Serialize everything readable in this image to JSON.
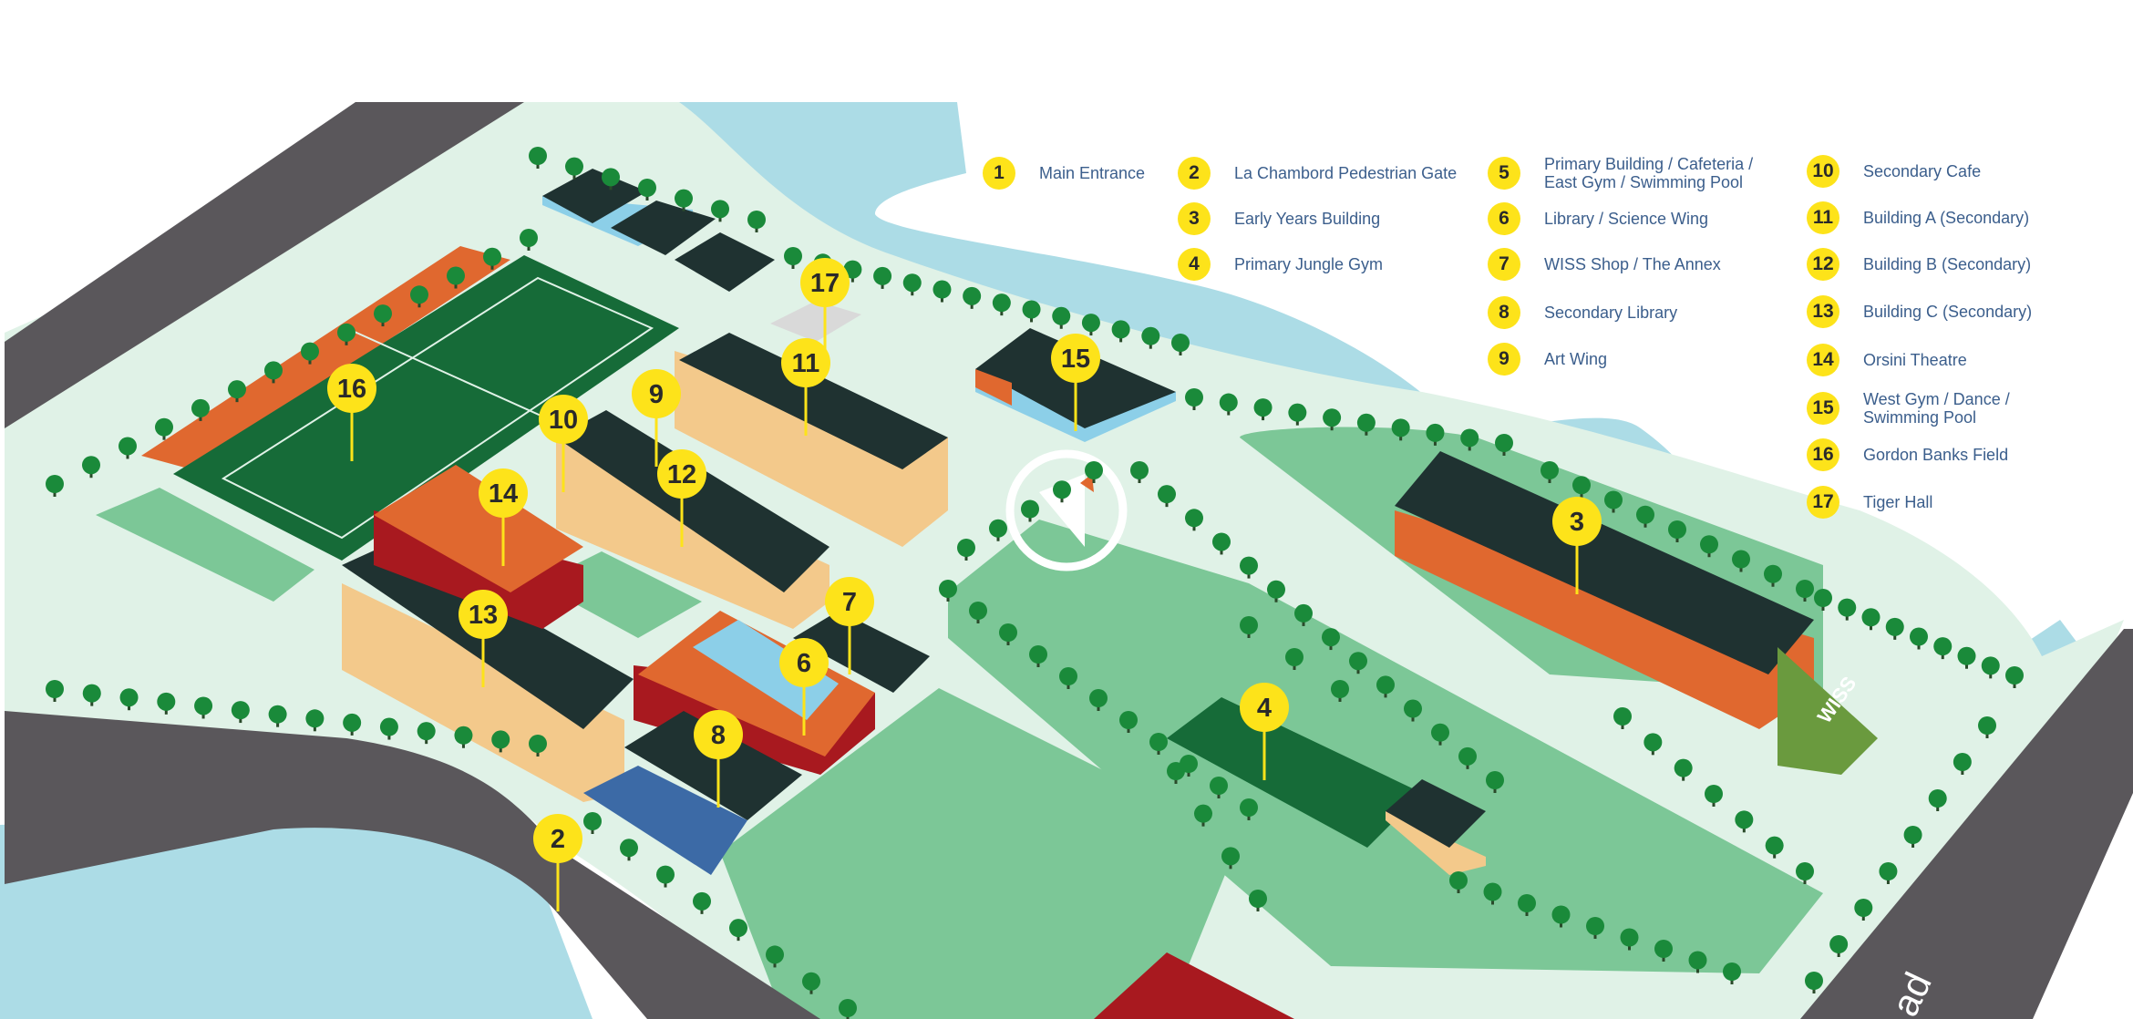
{
  "colors": {
    "road": "#5a575b",
    "water": "#acdce6",
    "ground": "#e0f2e7",
    "lawn": "#7cc797",
    "field": "#166b38",
    "roof": "#1f3231",
    "beige": "#f3c98b",
    "orange": "#e0682f",
    "red": "#a8191f",
    "blue": "#3c6aa6",
    "glass": "#8ccfe8",
    "marker": "#fde31a",
    "legend_text": "#3b5e8c",
    "tree": "#1a8a3a"
  },
  "legend": [
    {
      "num": "1",
      "label": "Main Entrance"
    },
    {
      "num": "2",
      "label": "La Chambord Pedestrian Gate"
    },
    {
      "num": "3",
      "label": "Early Years Building"
    },
    {
      "num": "4",
      "label": "Primary Jungle Gym"
    },
    {
      "num": "5",
      "label": "Primary Building / Cafeteria /",
      "label2": "East Gym / Swimming Pool"
    },
    {
      "num": "6",
      "label": "Library / Science Wing"
    },
    {
      "num": "7",
      "label": "WISS Shop / The Annex"
    },
    {
      "num": "8",
      "label": "Secondary Library"
    },
    {
      "num": "9",
      "label": "Art Wing"
    },
    {
      "num": "10",
      "label": "Secondary Cafe"
    },
    {
      "num": "11",
      "label": "Building A (Secondary)"
    },
    {
      "num": "12",
      "label": "Building B (Secondary)"
    },
    {
      "num": "13",
      "label": "Building C (Secondary)"
    },
    {
      "num": "14",
      "label": "Orsini Theatre"
    },
    {
      "num": "15",
      "label": "West Gym / Dance /",
      "label2": "Swimming Pool"
    },
    {
      "num": "16",
      "label": "Gordon Banks Field"
    },
    {
      "num": "17",
      "label": "Tiger Hall"
    }
  ],
  "markers": [
    "2",
    "3",
    "4",
    "6",
    "7",
    "8",
    "9",
    "10",
    "11",
    "12",
    "13",
    "14",
    "15",
    "16",
    "17"
  ],
  "wiss_label": "WISS",
  "road_label": "ad"
}
